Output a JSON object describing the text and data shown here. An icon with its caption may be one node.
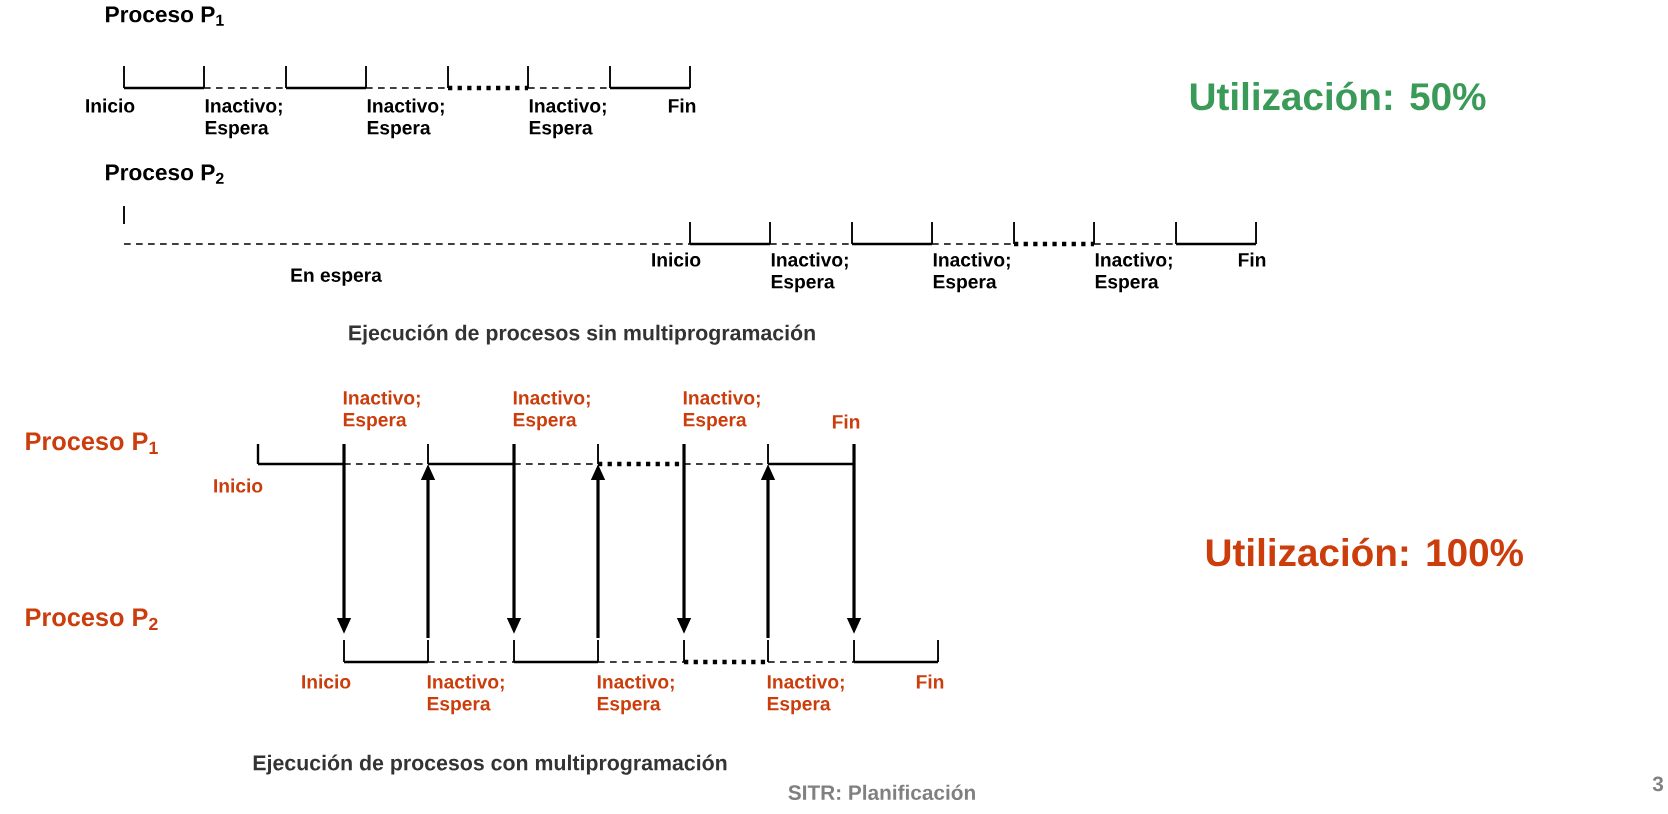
{
  "diagram": {
    "labels": [
      "Proceso P$_{1}$",
      "Inicio",
      "Inactivo; Espera",
      "Inactivo; Espera",
      "Inactivo; Espera",
      "Fin",
      "Utilización: 50%",
      "Proceso P$_{2}$",
      "Inicio",
      "Inactivo; Espera",
      "Inactivo; Espera",
      "Inactivo; Espera",
      "Fin",
      "En espera",
      "Ejecución de procesos sin multiprogramación",
      "Inactivo; Espera",
      "Inactivo; Espera",
      "Inactivo; Espera",
      "Fin",
      "Proceso P$_{1}$",
      "Inicio",
      "Utilización: 100%",
      "Proceso P$_{2}$",
      "Inicio",
      "Inactivo; Espera",
      "Inactivo; Espera",
      "Inactivo; Espera",
      "Fin",
      "Ejecución de procesos con multiprogramación",
      "SITR: Planificación",
      "3"
    ]
  }
}
